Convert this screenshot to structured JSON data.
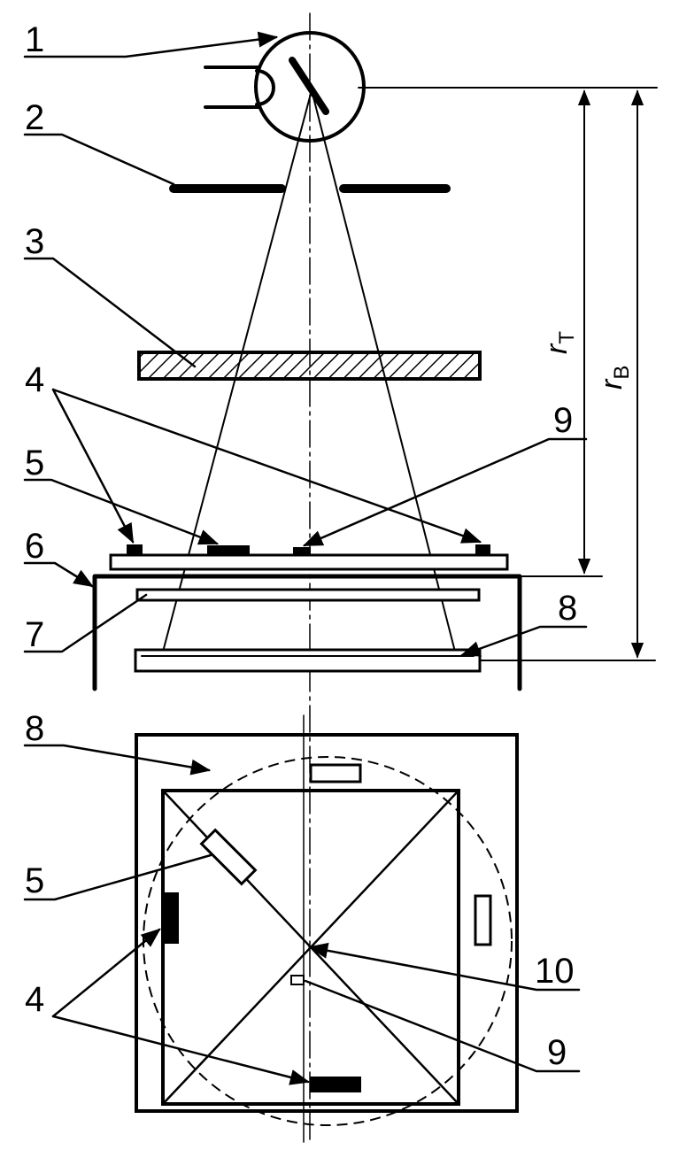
{
  "labels": {
    "l1": "1",
    "l2": "2",
    "l3": "3",
    "l4_top": "4",
    "l5_top": "5",
    "l6": "6",
    "l7": "7",
    "l8_side": "8",
    "l9_top": "9",
    "l8_plan": "8",
    "l5_plan": "5",
    "l4_plan": "4",
    "l10": "10",
    "l9_plan": "9"
  },
  "dimensions": {
    "rt_main": "r",
    "rt_sub": "T",
    "rb_main": "r",
    "rb_sub": "B"
  }
}
